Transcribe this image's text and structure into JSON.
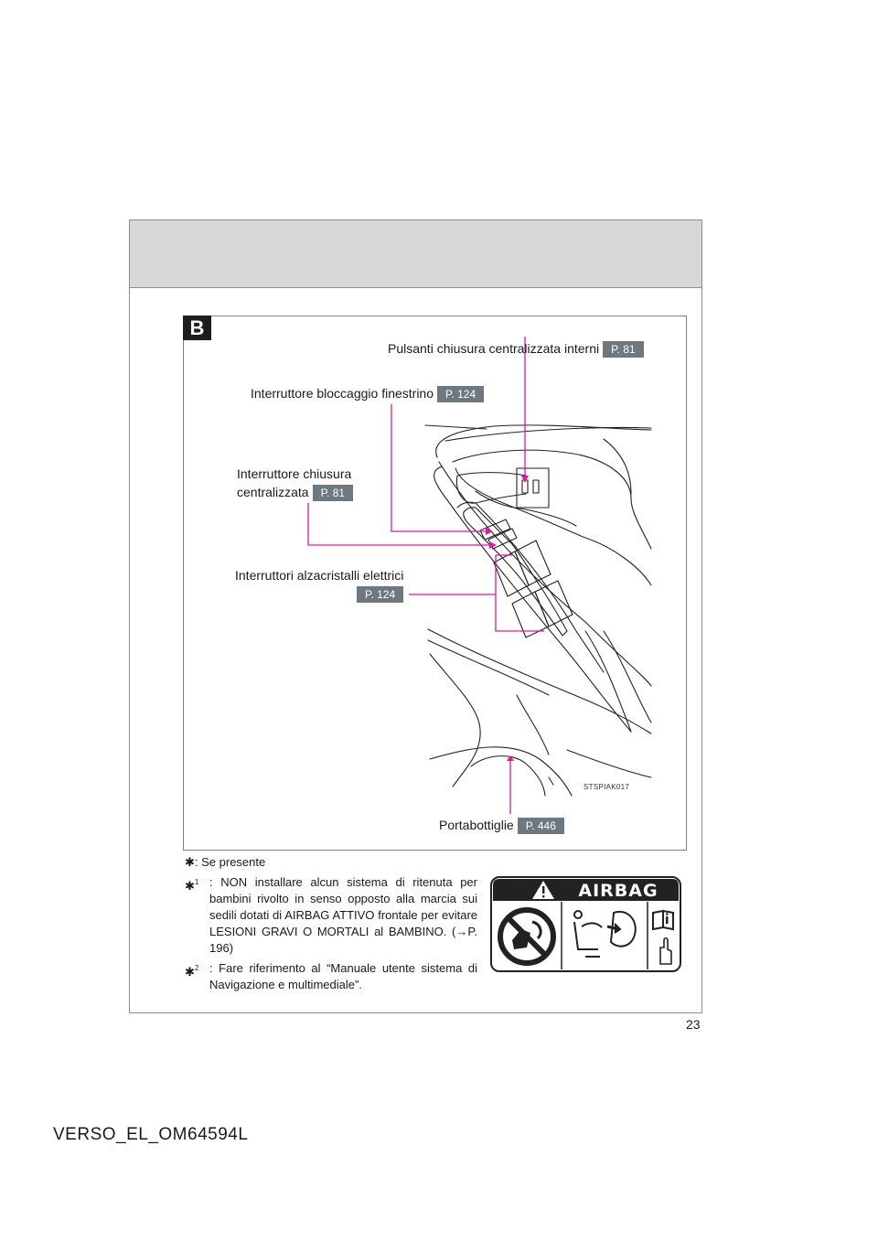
{
  "figure": {
    "badge": "B",
    "image_code": "STSPIAK017",
    "callouts": [
      {
        "name": "pulsanti",
        "label": "Pulsanti chiusura centralizzata interni",
        "ref": "P. 81"
      },
      {
        "name": "bloccaggio",
        "label": "Interruttore bloccaggio finestrino",
        "ref": "P. 124"
      },
      {
        "name": "chiusura",
        "label_lines": [
          "Interruttore chiusura",
          "centralizzata"
        ],
        "ref": "P. 81"
      },
      {
        "name": "alzacristalli",
        "label": "Interruttori alzacristalli elettrici",
        "ref": "P. 124"
      },
      {
        "name": "portabottiglie",
        "label": "Portabottiglie",
        "ref": "P. 446"
      }
    ],
    "callout_color": "#e0199a"
  },
  "notes": {
    "star": {
      "mark": "✱",
      "text": ": Se presente"
    },
    "note1": {
      "mark": "✱",
      "sup": "1",
      "text": ": NON installare alcun sistema di ritenuta per bambini rivolto in senso opposto alla marcia sui sedili dotati di AIRBAG ATTIVO frontale per evitare LESIONI GRAVI O MORTALI al BAMBINO. (→P. 196)"
    },
    "note2": {
      "mark": "✱",
      "sup": "2",
      "text": ": Fare riferimento al “Manuale utente sistema di Navigazione e multimediale”."
    }
  },
  "airbag_label": {
    "title": "AIRBAG",
    "icons": [
      "warning-triangle-icon",
      "no-rear-facing-child-seat-icon",
      "airbag-deploy-icon",
      "read-manual-icon"
    ]
  },
  "page_number": "23",
  "footer": "VERSO_EL_OM64594L"
}
